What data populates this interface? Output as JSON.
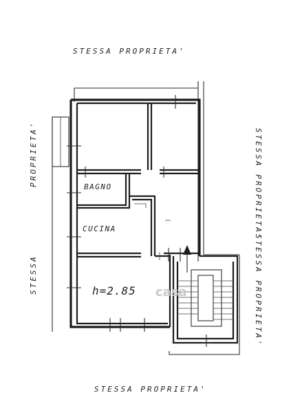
{
  "labels": {
    "top": "STESSA PROPRIETA'",
    "bottom": "STESSA PROPRIETA'",
    "left_outer": "STESSA",
    "left_inner": "PROPRIETA'",
    "right_upper": "STESSA PROPRIETA'",
    "right_lower": "STESSA PROPRIETA'",
    "bagno": "BAGNO",
    "cucina": "CUCINA",
    "height": "h=2.85"
  },
  "watermark": "casa"
}
